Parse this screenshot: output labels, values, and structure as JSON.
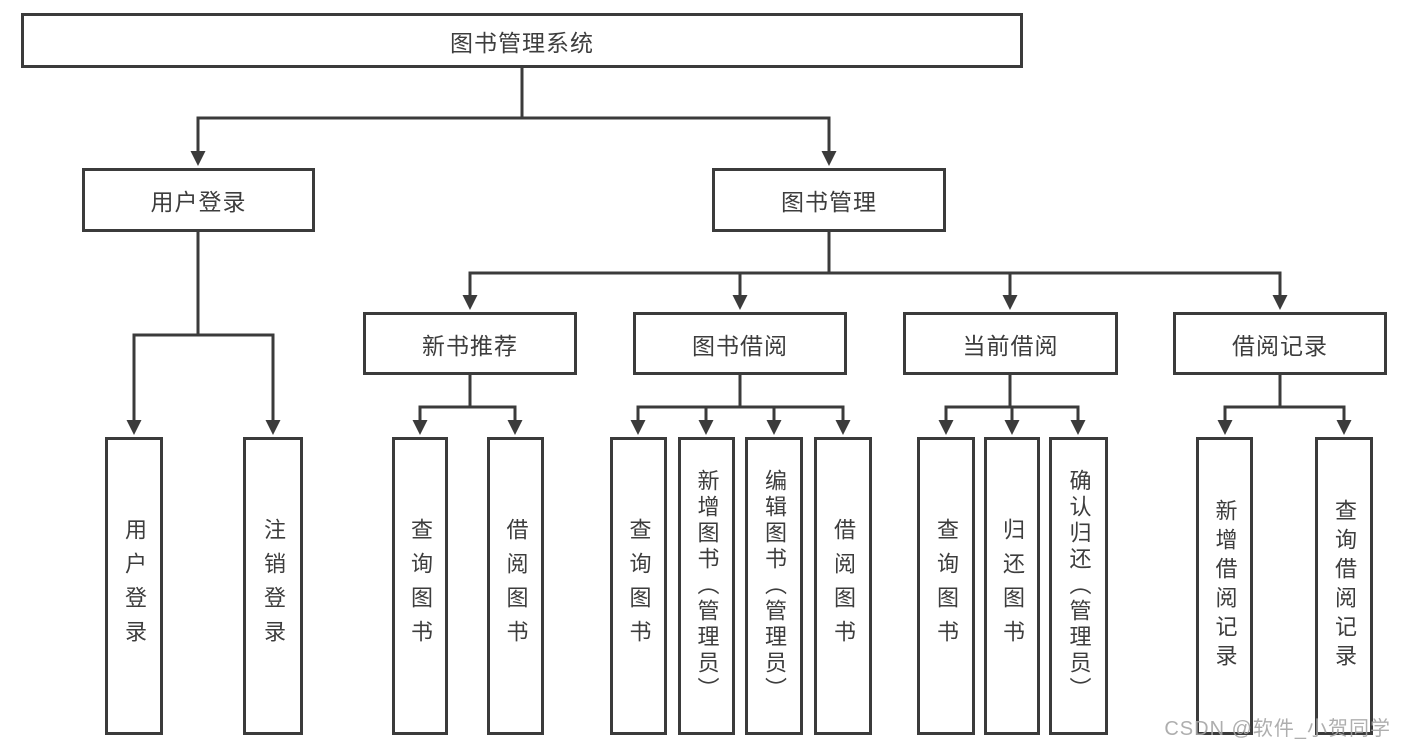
{
  "tree": {
    "root": "图书管理系统",
    "branches": [
      {
        "label": "用户登录",
        "children": [
          "用户登录",
          "注销登录"
        ]
      },
      {
        "label": "图书管理",
        "children": [
          {
            "label": "新书推荐",
            "children": [
              "查询图书",
              "借阅图书"
            ]
          },
          {
            "label": "图书借阅",
            "children": [
              "查询图书",
              "新增图书（管理员）",
              "编辑图书（管理员）",
              "借阅图书"
            ]
          },
          {
            "label": "当前借阅",
            "children": [
              "查询图书",
              "归还图书",
              "确认归还（管理员）"
            ]
          },
          {
            "label": "借阅记录",
            "children": [
              "新增借阅记录",
              "查询借阅记录"
            ]
          }
        ]
      }
    ]
  },
  "colors": {
    "line": "#3b3b3b",
    "text": "#3d3d3d",
    "watermark": "#a6a6a6"
  },
  "watermark": "CSDN @软件_小贺同学"
}
